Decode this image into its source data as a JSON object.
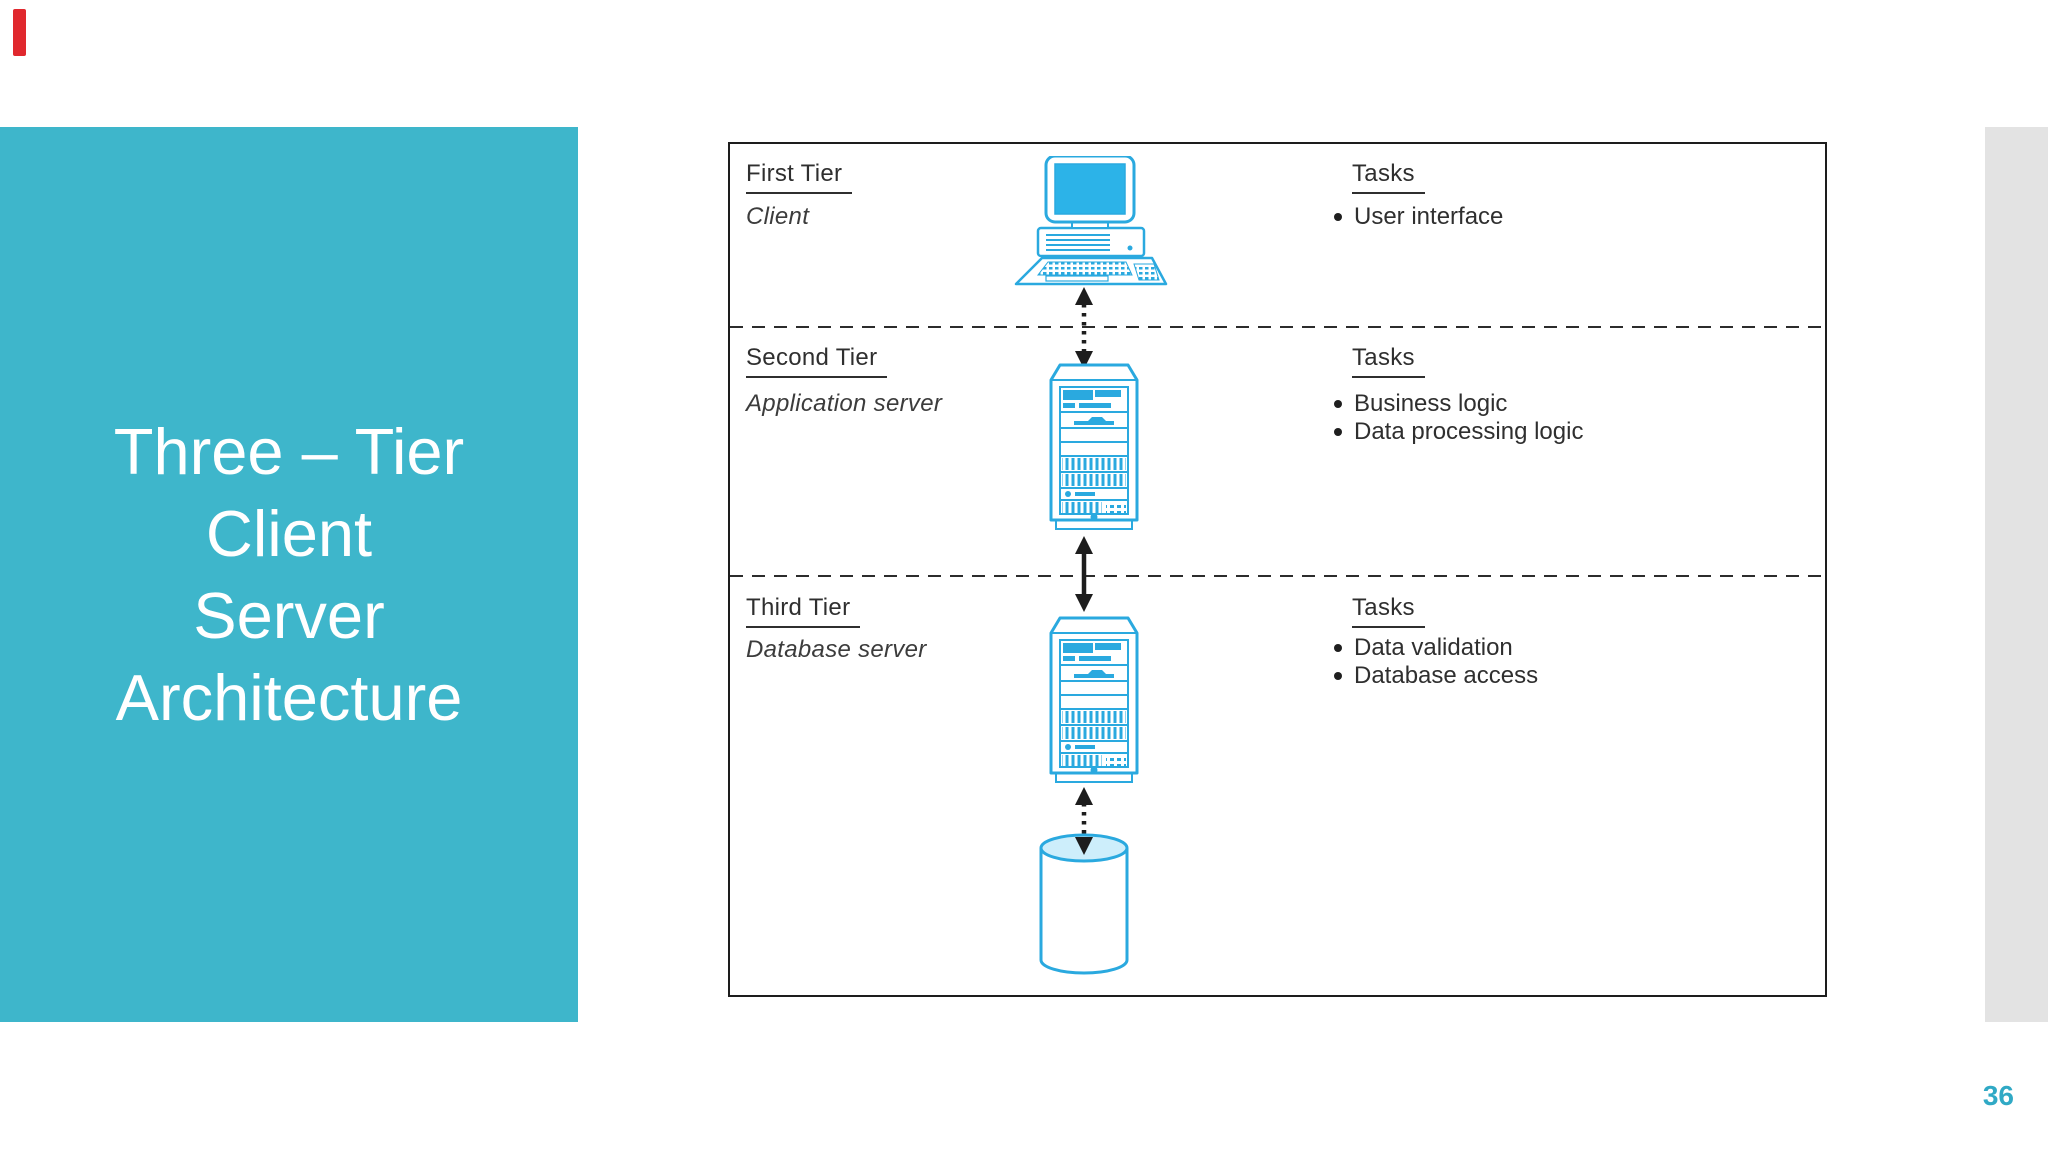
{
  "slide": {
    "title_lines": [
      "Three – Tier",
      "Client",
      "Server",
      "Architecture"
    ],
    "page_number": "36"
  },
  "colors": {
    "title_panel_teal": "#3eb6cb",
    "page_number_teal": "#30a9c5",
    "icon_cyan": "#2aa9df",
    "icon_cyan_light": "#cdeefb",
    "gray_strip": "#e3e3e3",
    "top_left_marker_red": "#e0282e",
    "diagram_line": "#2c2c2c"
  },
  "diagram": {
    "tiers": [
      {
        "label": "First Tier",
        "role": "Client",
        "icon": "desktop-computer-icon",
        "tasks_heading": "Tasks",
        "tasks": [
          "User interface"
        ]
      },
      {
        "label": "Second Tier",
        "role": "Application server",
        "icon": "server-tower-icon",
        "tasks_heading": "Tasks",
        "tasks": [
          "Business logic",
          "Data processing logic"
        ]
      },
      {
        "label": "Third Tier",
        "role": "Database server",
        "icon": "server-tower-icon",
        "tasks_heading": "Tasks",
        "tasks": [
          "Data validation",
          "Database access"
        ]
      }
    ],
    "database_icon": "database-cylinder-icon"
  }
}
